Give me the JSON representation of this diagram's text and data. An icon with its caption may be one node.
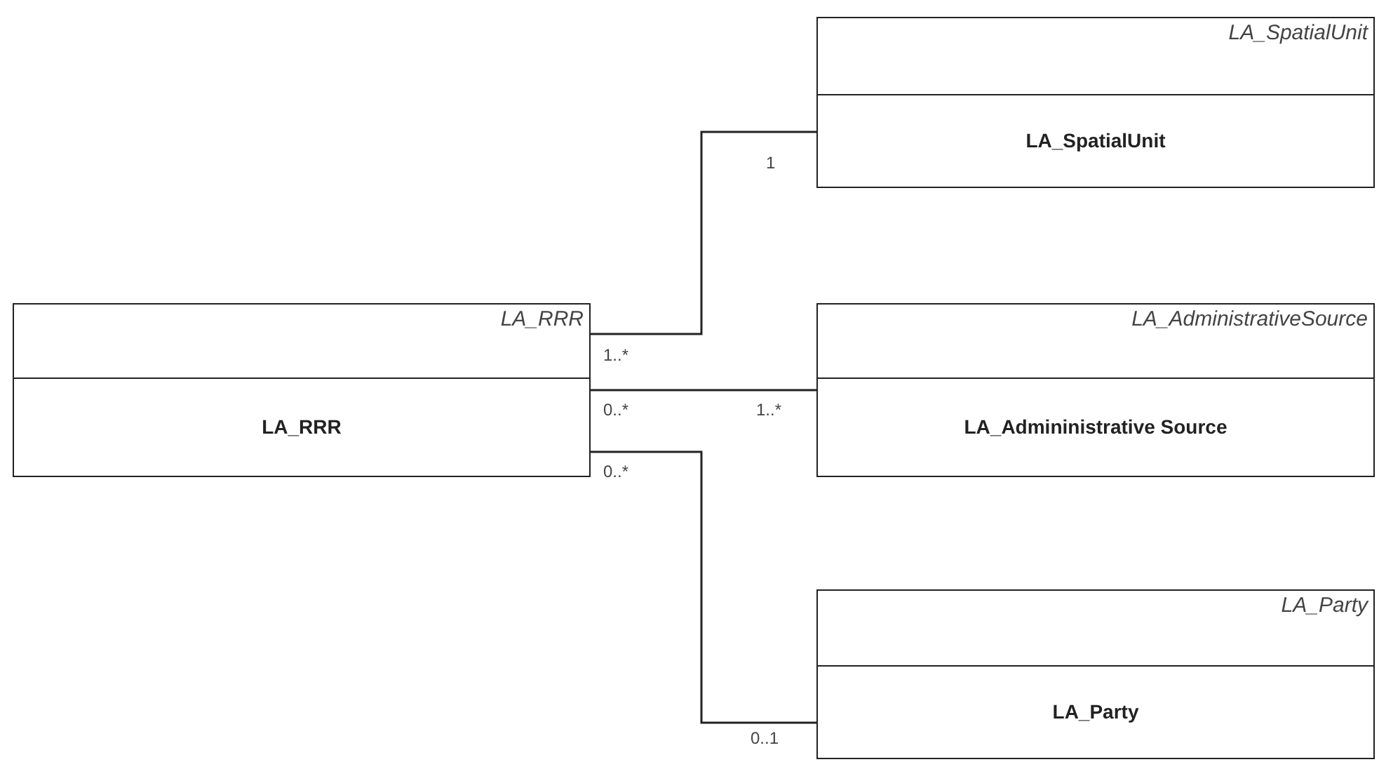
{
  "diagram": {
    "nodes": [
      {
        "text": [
          "LA_RRR",
          "LA_RRR"
        ]
      },
      {
        "text": [
          "LA_SpatialUnit",
          "LA_SpatialUnit"
        ]
      },
      {
        "text": [
          "LA_AdministrativeSource",
          "LA_Admininistrative Source"
        ]
      },
      {
        "text": [
          "LA_Party",
          "LA_Party"
        ]
      }
    ],
    "edges": [
      {
        "from": 0,
        "to": 1,
        "arrow": "none"
      },
      {
        "from": 0,
        "to": 2,
        "arrow": "none"
      },
      {
        "from": 0,
        "to": 3,
        "arrow": "none"
      }
    ],
    "labels": [
      "1",
      "1..*",
      "0..*",
      "1..*",
      "0..*",
      "0..1"
    ]
  }
}
